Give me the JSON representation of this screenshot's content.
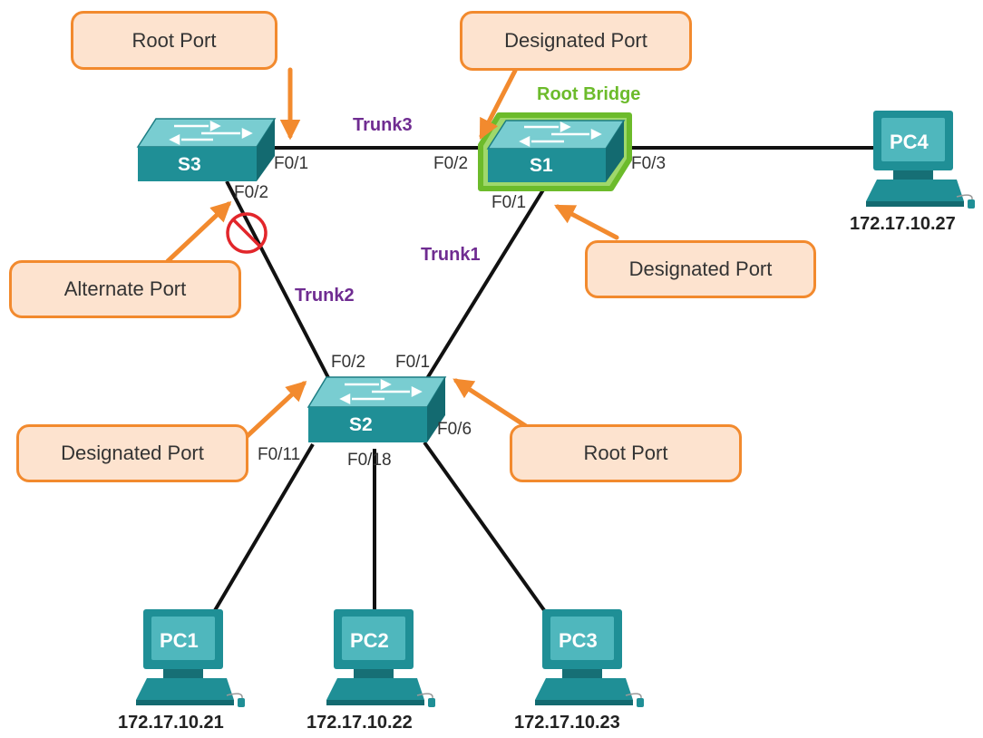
{
  "callouts": {
    "s3_f01": "Root Port",
    "s1_f02": "Designated Port",
    "s3_f02": "Alternate Port",
    "s1_f01": "Designated Port",
    "s2_f02": "Designated Port",
    "s2_f01": "Root Port"
  },
  "root_bridge_label": "Root Bridge",
  "switches": {
    "s1": "S1",
    "s2": "S2",
    "s3": "S3"
  },
  "ports": {
    "s3_f01": "F0/1",
    "s3_f02": "F0/2",
    "s1_f02": "F0/2",
    "s1_f03": "F0/3",
    "s1_f01": "F0/1",
    "s2_f02": "F0/2",
    "s2_f01": "F0/1",
    "s2_f06": "F0/6",
    "s2_f011": "F0/11",
    "s2_f018": "F0/18"
  },
  "trunks": {
    "trunk1": "Trunk1",
    "trunk2": "Trunk2",
    "trunk3": "Trunk3"
  },
  "pcs": {
    "pc1": {
      "name": "PC1",
      "ip": "172.17.10.21"
    },
    "pc2": {
      "name": "PC2",
      "ip": "172.17.10.22"
    },
    "pc3": {
      "name": "PC3",
      "ip": "172.17.10.23"
    },
    "pc4": {
      "name": "PC4",
      "ip": "172.17.10.27"
    }
  },
  "colors": {
    "callout_fill": "#fde3cf",
    "callout_border": "#f28a2e",
    "arrow": "#f28a2e",
    "switch_teal": "#1f8f96",
    "root_bridge_glow": "#7dc242",
    "trunk_label": "#6f2c91",
    "blocked_port": "#e2262b"
  }
}
